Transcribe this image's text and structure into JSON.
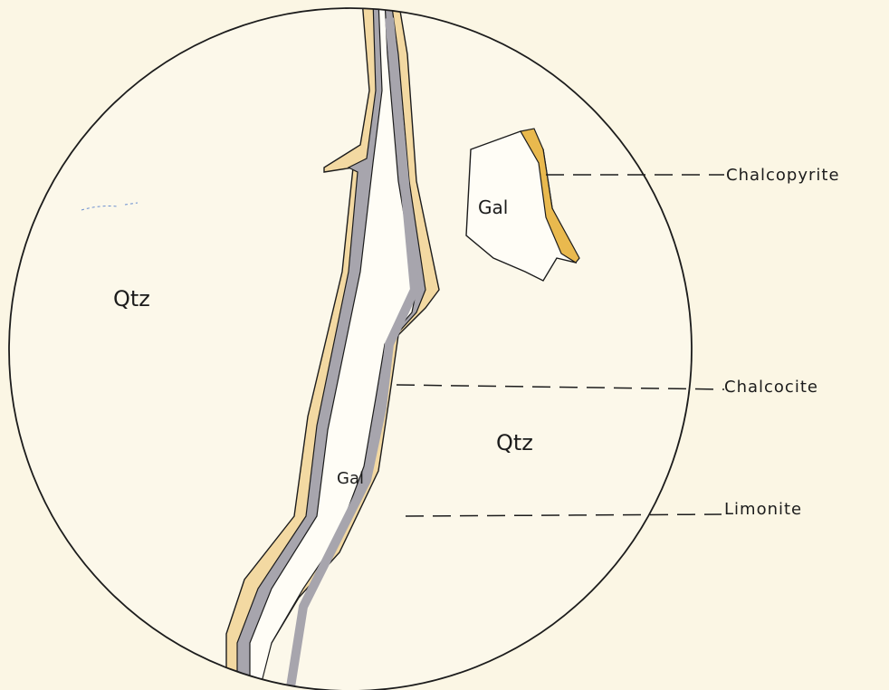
{
  "diagram": {
    "region_labels": {
      "qtz_left": "Qtz",
      "qtz_right": "Qtz",
      "gal_vein": "Gal",
      "gal_inclusion": "Gal"
    },
    "callouts": {
      "chalcopyrite": "Chalcopyrite",
      "chalcocite": "Chalcocite",
      "limonite": "Limonite"
    },
    "colors": {
      "paper": "#fbf6e4",
      "limonite": "#f3d9a2",
      "chalcocite": "#a7a5ad",
      "chalcopyrite": "#e9b94e",
      "galena": "#fffdf6",
      "outline": "#1c1c1c"
    }
  }
}
